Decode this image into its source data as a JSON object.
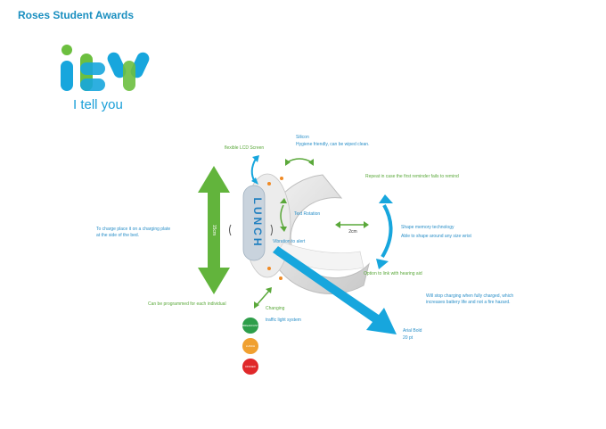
{
  "header": {
    "title": "Roses Student Awards"
  },
  "logo": {
    "tagline": "I tell you"
  },
  "bracelet": {
    "screen_text": "LUNCH",
    "height_label": "15cm",
    "gap_label": "2cm"
  },
  "annotations": {
    "flexible_screen": "flexible LCD Screen",
    "silicon_title": "Silicon",
    "silicon_desc": "Hygiene friendly, can be wiped clean.",
    "repeat": "Repeat in case the first reminder fails to remind",
    "text_rotation": "Text Rotation",
    "shape_memory_title": "Shape memory technology",
    "shape_memory_desc": "Able to shape around any size wrist",
    "charge_line1": "To charge place it on a charging plate",
    "charge_line2": "at the side of the bed.",
    "vibration": "Vibration to alert",
    "hearing_aid": "Option to link with hearing aid",
    "stop_line1": "Will stop charging when fully charged, which",
    "stop_line2": "increases battery life and not a fire hazard.",
    "programmed": "Can be programmed for each individual",
    "changing": "Changing",
    "traffic": "traffic light system",
    "font_line1": "Arial Bold",
    "font_line2": "20 pt"
  },
  "traffic_lights": [
    {
      "label": "BREAKFAST",
      "color": "#2e9e4a"
    },
    {
      "label": "LUNCH",
      "color": "#f0a030"
    },
    {
      "label": "DINNER",
      "color": "#e0282a"
    }
  ],
  "colors": {
    "green": "#5aa83a",
    "blue": "#17a6dd",
    "title_blue": "#1a8fc0"
  }
}
